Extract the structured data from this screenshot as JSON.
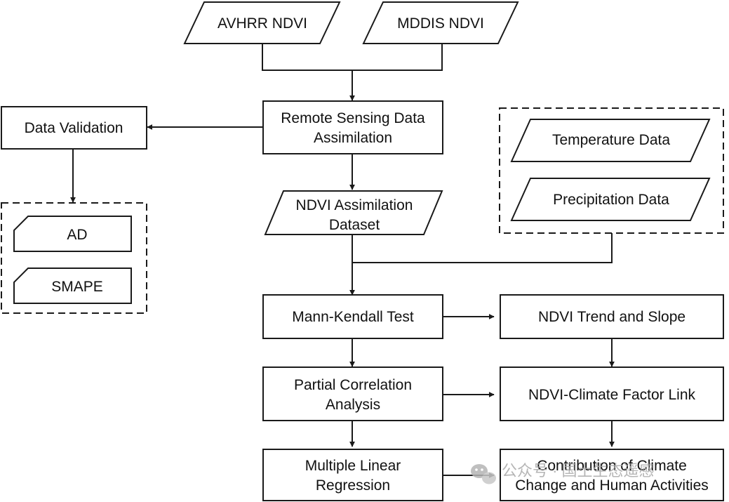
{
  "inputs": {
    "avhrr": "AVHRR NDVI",
    "mddis": "MDDIS NDVI"
  },
  "nodes": {
    "assimilation": [
      "Remote Sensing Data",
      "Assimilation"
    ],
    "validation": "Data Validation",
    "dataset": [
      "NDVI Assimilation",
      "Dataset"
    ],
    "temperature": "Temperature Data",
    "precipitation": "Precipitation Data",
    "ad": "AD",
    "smape": "SMAPE",
    "mann_kendall": "Mann-Kendall Test",
    "trend_slope": "NDVI Trend and Slope",
    "partial_corr": [
      "Partial Correlation",
      "Analysis"
    ],
    "climate_link": "NDVI-Climate Factor Link",
    "mlr": [
      "Multiple Linear",
      "Regression"
    ],
    "contribution": [
      "Contribution of Climate",
      "Change and Human Activities"
    ]
  },
  "watermark": "公众号 · 国土生态遥感",
  "colors": {
    "stroke": "#1a1a1a",
    "text": "#111111",
    "watermark": "#a9a9a9"
  }
}
